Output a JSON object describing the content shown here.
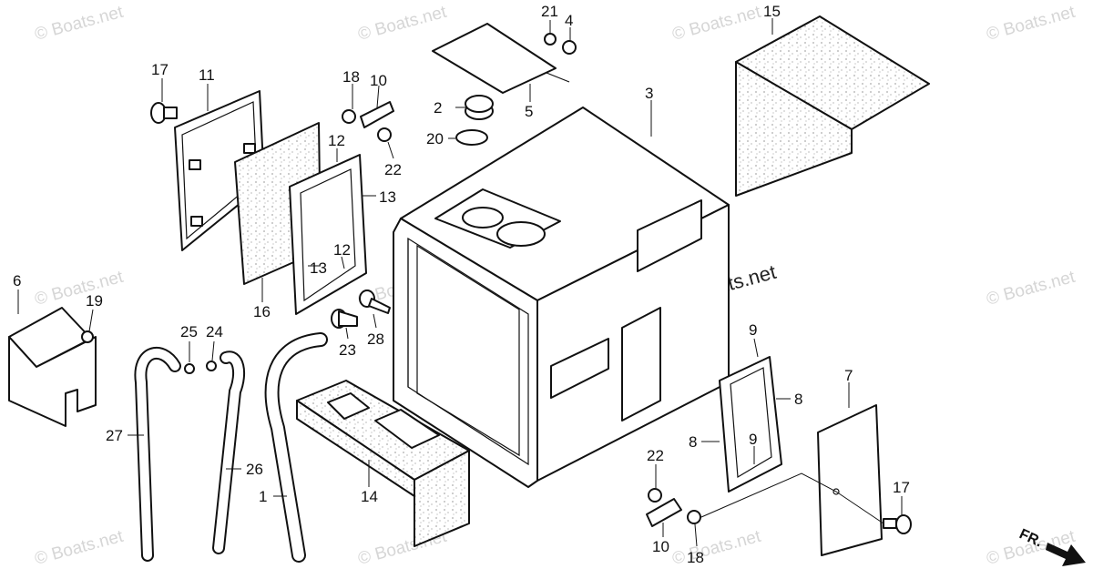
{
  "watermark": {
    "text": "© Boats.net",
    "main_text": "© Boats.net"
  },
  "callouts": {
    "p1": "1",
    "p2": "2",
    "p3": "3",
    "p4": "4",
    "p5": "5",
    "p6": "6",
    "p7": "7",
    "p8a": "8",
    "p8b": "8",
    "p9a": "9",
    "p9b": "9",
    "p10a": "10",
    "p10b": "10",
    "p11": "11",
    "p12a": "12",
    "p12b": "12",
    "p13a": "13",
    "p13b": "13",
    "p14": "14",
    "p15": "15",
    "p16": "16",
    "p17a": "17",
    "p17b": "17",
    "p18a": "18",
    "p18b": "18",
    "p19": "19",
    "p20": "20",
    "p21": "21",
    "p22a": "22",
    "p22b": "22",
    "p23": "23",
    "p24": "24",
    "p25": "25",
    "p26": "26",
    "p27": "27",
    "p28": "28"
  },
  "direction_marker": {
    "label": "FR."
  }
}
